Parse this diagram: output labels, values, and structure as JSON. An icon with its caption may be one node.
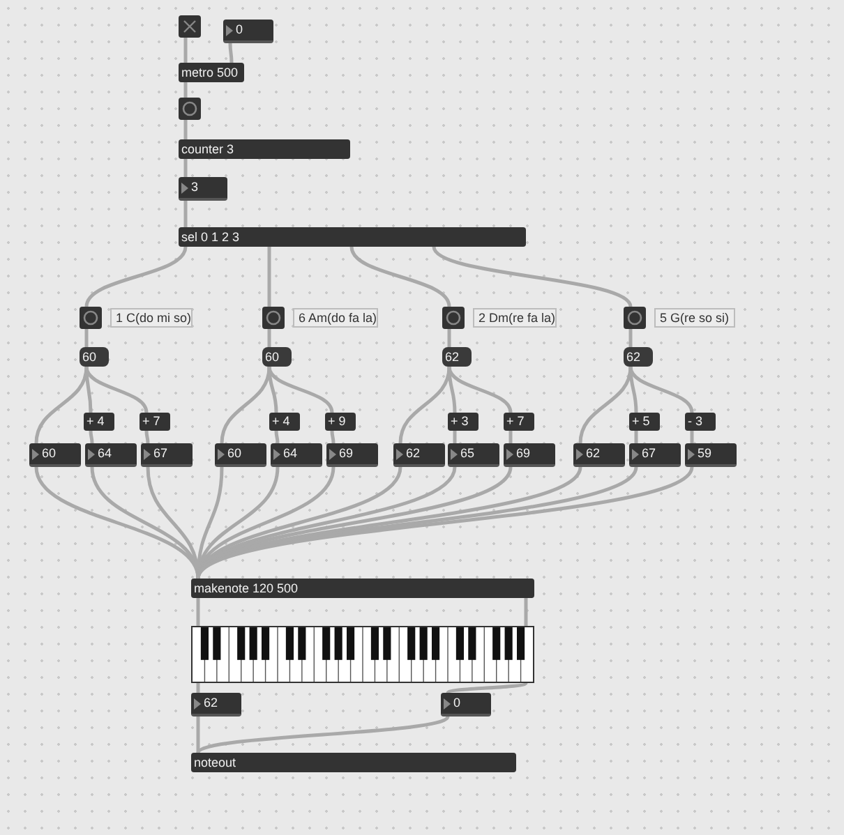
{
  "diagram": {
    "nodes": [
      {
        "text": [],
        "shape": "box"
      },
      {
        "text": [
          "0"
        ]
      },
      {
        "text": [
          "metro 500"
        ]
      },
      {
        "text": [],
        "shape": "box"
      },
      {
        "text": [
          "counter 3"
        ]
      },
      {
        "text": [
          "3"
        ]
      },
      {
        "text": [
          "sel 0 1 2 3"
        ]
      },
      {
        "text": [],
        "shape": "box",
        "beside": [
          "1 C(do mi so)"
        ]
      },
      {
        "text": [
          "60"
        ]
      },
      {
        "text": [
          "+ 4"
        ]
      },
      {
        "text": [
          "+ 7"
        ]
      },
      {
        "text": [
          "60"
        ]
      },
      {
        "text": [
          "64"
        ]
      },
      {
        "text": [
          "67"
        ]
      },
      {
        "text": [],
        "shape": "box",
        "beside": [
          "6 Am(do fa la)"
        ]
      },
      {
        "text": [
          "60"
        ]
      },
      {
        "text": [
          "+ 4"
        ]
      },
      {
        "text": [
          "+ 9"
        ]
      },
      {
        "text": [
          "60"
        ]
      },
      {
        "text": [
          "64"
        ]
      },
      {
        "text": [
          "69"
        ]
      },
      {
        "text": [],
        "shape": "box",
        "beside": [
          "2 Dm(re fa la)"
        ]
      },
      {
        "text": [
          "62"
        ]
      },
      {
        "text": [
          "+ 3"
        ]
      },
      {
        "text": [
          "+ 7"
        ]
      },
      {
        "text": [
          "62"
        ]
      },
      {
        "text": [
          "65"
        ]
      },
      {
        "text": [
          "69"
        ]
      },
      {
        "text": [],
        "shape": "box",
        "beside": [
          "5 G(re so si)"
        ]
      },
      {
        "text": [
          "62"
        ]
      },
      {
        "text": [
          "+ 5"
        ]
      },
      {
        "text": [
          "- 3"
        ]
      },
      {
        "text": [
          "62"
        ]
      },
      {
        "text": [
          "67"
        ]
      },
      {
        "text": [
          "59"
        ]
      },
      {
        "text": [
          "makenote 120 500"
        ]
      },
      {
        "text": [],
        "shape": "picture"
      },
      {
        "text": [
          "62"
        ]
      },
      {
        "text": [
          "0"
        ]
      },
      {
        "text": [
          "noteout"
        ]
      }
    ],
    "edges": [
      {
        "from": 0,
        "to": 2,
        "arrow": "none"
      },
      {
        "from": 1,
        "to": 2,
        "arrow": "none"
      },
      {
        "from": 2,
        "to": 3,
        "arrow": "none"
      },
      {
        "from": 3,
        "to": 4,
        "arrow": "none"
      },
      {
        "from": 4,
        "to": 5,
        "arrow": "none"
      },
      {
        "from": 5,
        "to": 6,
        "arrow": "none"
      },
      {
        "from": 6,
        "to": 7,
        "arrow": "none"
      },
      {
        "from": 6,
        "to": 14,
        "arrow": "none"
      },
      {
        "from": 6,
        "to": 21,
        "arrow": "none"
      },
      {
        "from": 6,
        "to": 28,
        "arrow": "none"
      },
      {
        "from": 7,
        "to": 8,
        "arrow": "none"
      },
      {
        "from": 8,
        "to": 11,
        "arrow": "none"
      },
      {
        "from": 8,
        "to": 9,
        "arrow": "none"
      },
      {
        "from": 8,
        "to": 10,
        "arrow": "none"
      },
      {
        "from": 9,
        "to": 12,
        "arrow": "none"
      },
      {
        "from": 10,
        "to": 13,
        "arrow": "none"
      },
      {
        "from": 14,
        "to": 15,
        "arrow": "none"
      },
      {
        "from": 15,
        "to": 18,
        "arrow": "none"
      },
      {
        "from": 15,
        "to": 16,
        "arrow": "none"
      },
      {
        "from": 15,
        "to": 17,
        "arrow": "none"
      },
      {
        "from": 16,
        "to": 19,
        "arrow": "none"
      },
      {
        "from": 17,
        "to": 20,
        "arrow": "none"
      },
      {
        "from": 21,
        "to": 22,
        "arrow": "none"
      },
      {
        "from": 22,
        "to": 25,
        "arrow": "none"
      },
      {
        "from": 22,
        "to": 23,
        "arrow": "none"
      },
      {
        "from": 22,
        "to": 24,
        "arrow": "none"
      },
      {
        "from": 23,
        "to": 26,
        "arrow": "none"
      },
      {
        "from": 24,
        "to": 27,
        "arrow": "none"
      },
      {
        "from": 28,
        "to": 29,
        "arrow": "none"
      },
      {
        "from": 29,
        "to": 32,
        "arrow": "none"
      },
      {
        "from": 29,
        "to": 30,
        "arrow": "none"
      },
      {
        "from": 29,
        "to": 31,
        "arrow": "none"
      },
      {
        "from": 30,
        "to": 33,
        "arrow": "none"
      },
      {
        "from": 31,
        "to": 34,
        "arrow": "none"
      },
      {
        "from": 11,
        "to": 35,
        "arrow": "none"
      },
      {
        "from": 12,
        "to": 35,
        "arrow": "none"
      },
      {
        "from": 13,
        "to": 35,
        "arrow": "none"
      },
      {
        "from": 18,
        "to": 35,
        "arrow": "none"
      },
      {
        "from": 19,
        "to": 35,
        "arrow": "none"
      },
      {
        "from": 20,
        "to": 35,
        "arrow": "none"
      },
      {
        "from": 25,
        "to": 35,
        "arrow": "none"
      },
      {
        "from": 26,
        "to": 35,
        "arrow": "none"
      },
      {
        "from": 27,
        "to": 35,
        "arrow": "none"
      },
      {
        "from": 32,
        "to": 35,
        "arrow": "none"
      },
      {
        "from": 33,
        "to": 35,
        "arrow": "none"
      },
      {
        "from": 34,
        "to": 35,
        "arrow": "none"
      },
      {
        "from": 35,
        "to": 36,
        "arrow": "none"
      },
      {
        "from": 35,
        "to": 36,
        "arrow": "none"
      },
      {
        "from": 36,
        "to": 37,
        "arrow": "none"
      },
      {
        "from": 36,
        "to": 38,
        "arrow": "none"
      },
      {
        "from": 37,
        "to": 39,
        "arrow": "none"
      },
      {
        "from": 38,
        "to": 39,
        "arrow": "none"
      }
    ]
  }
}
